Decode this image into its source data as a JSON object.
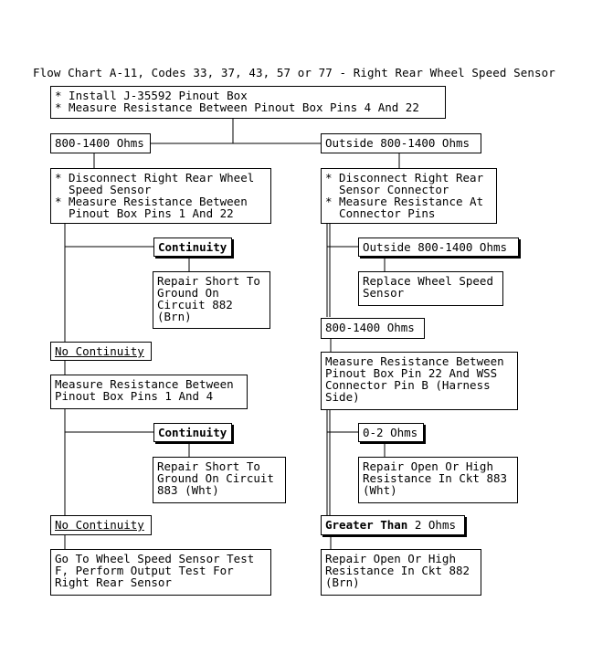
{
  "title": "Flow Chart A-11, Codes 33, 37, 43, 57 or 77 - Right Rear Wheel Speed Sensor",
  "nodes": {
    "start": "* Install J-35592 Pinout Box\n* Measure Resistance Between Pinout Box Pins 4 And 22",
    "in_range_1": "800-1400 Ohms",
    "out_range_1": "Outside 800-1400 Ohms",
    "disconnect_sensor": "* Disconnect Right Rear Wheel\n  Speed Sensor\n* Measure Resistance Between\n  Pinout Box Pins 1 And 22",
    "disconnect_connector": "* Disconnect Right Rear\n  Sensor Connector\n* Measure Resistance At\n  Connector Pins",
    "continuity_1": "Continuity",
    "repair_882_short": "Repair Short To\nGround On\nCircuit 882\n(Brn)",
    "out_range_2": "Outside 800-1400 Ohms",
    "replace_sensor": "Replace Wheel Speed\nSensor",
    "in_range_2": "800-1400 Ohms",
    "no_continuity_1": "No Continuity",
    "measure_1_4": "Measure Resistance Between\nPinout Box Pins 1 And 4",
    "measure_22_b": "Measure Resistance Between\nPinout Box Pin 22 And WSS\nConnector Pin B (Harness\nSide)",
    "continuity_2": "Continuity",
    "repair_883_short": "Repair Short To\nGround On Circuit\n883 (Wht)",
    "zero_two_ohms": "0-2 Ohms",
    "repair_883_open": "Repair Open Or High\nResistance In Ckt 883\n(Wht)",
    "no_continuity_2": "No Continuity",
    "greater_bold": "Greater Than",
    "greater_rest": " 2 Ohms",
    "goto_test_f": "Go To Wheel Speed Sensor Test\nF, Perform Output Test For\nRight Rear Sensor",
    "repair_882_open": "Repair Open Or High\nResistance In Ckt 882\n(Brn)"
  }
}
